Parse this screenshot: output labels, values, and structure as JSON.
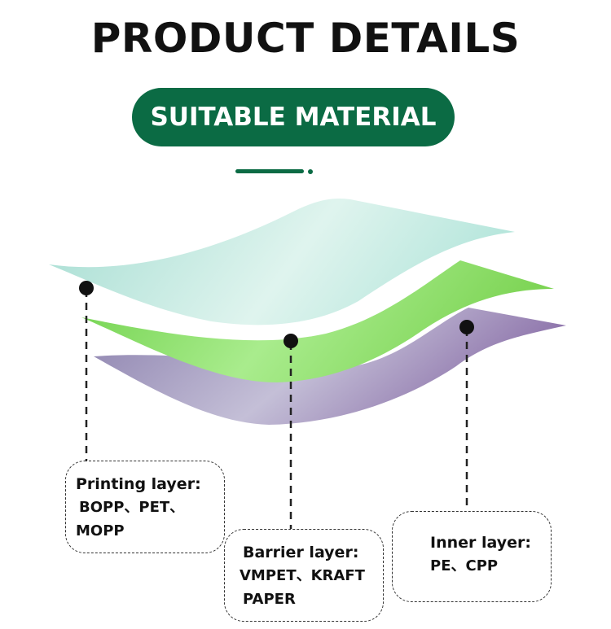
{
  "header": {
    "title": "PRODUCT DETAILS",
    "badge": "SUITABLE MATERIAL"
  },
  "colors": {
    "brand_green": "#0b6b44",
    "top_layer": "#b9e6dc",
    "middle_layer": "#8fdc66",
    "bottom_layer": "#9a8fb7"
  },
  "layers": {
    "printing": {
      "title": "Printing layer:",
      "line1": "BOPP、PET、",
      "line2": "MOPP"
    },
    "barrier": {
      "title": "Barrier layer:",
      "line1": "VMPET、KRAFT",
      "line2": "PAPER"
    },
    "inner": {
      "title": "Inner layer:",
      "line1": "PE、CPP"
    }
  }
}
